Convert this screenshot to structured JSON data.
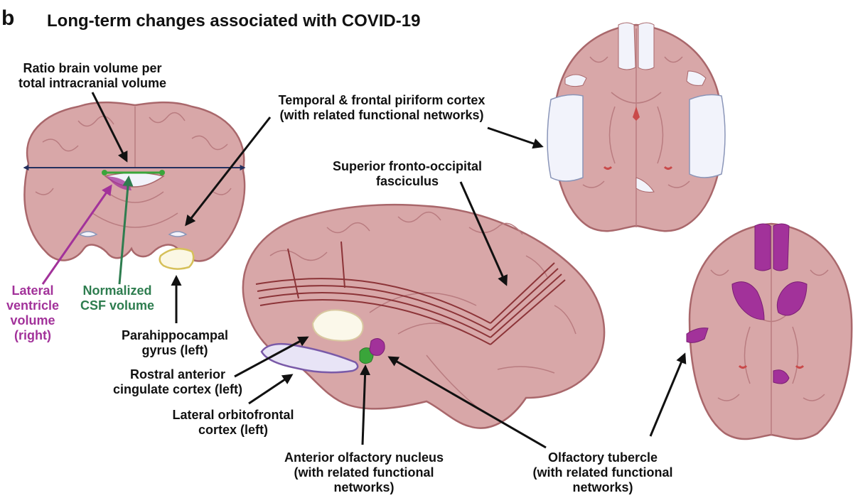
{
  "panel_letter": "b",
  "title": "Long-term changes associated with COVID-19",
  "labels": {
    "ratio_brain_volume": "Ratio brain volume per\ntotal intracranial volume",
    "temporal_frontal_piriform": "Temporal & frontal piriform cortex\n(with related functional networks)",
    "superior_fronto_occipital": "Superior fronto-occipital\nfasciculus",
    "lateral_ventricle_volume": "Lateral\nventricle\nvolume\n(right)",
    "normalized_csf_volume": "Normalized\nCSF volume",
    "parahippocampal_gyrus": "Parahippocampal\ngyrus (left)",
    "rostral_anterior_cingulate": "Rostral anterior\ncingulate cortex (left)",
    "lateral_orbitofrontal": "Lateral orbitofrontal\ncortex (left)",
    "anterior_olfactory_nucleus": "Anterior olfactory nucleus\n(with related functional\nnetworks)",
    "olfactory_tubercle": "Olfactory tubercle\n(with related functional\nnetworks)"
  },
  "colors": {
    "brain_tissue": "#d8a7a8",
    "brain_outline": "#a9676b",
    "white_region": "#f2f3fb",
    "magenta": "#a2329a",
    "green": "#2e7d4f",
    "bright_green": "#3aa53a",
    "yellow_outline": "#d6c05a",
    "purple_outline": "#7a5aa8",
    "navy": "#24305e"
  }
}
